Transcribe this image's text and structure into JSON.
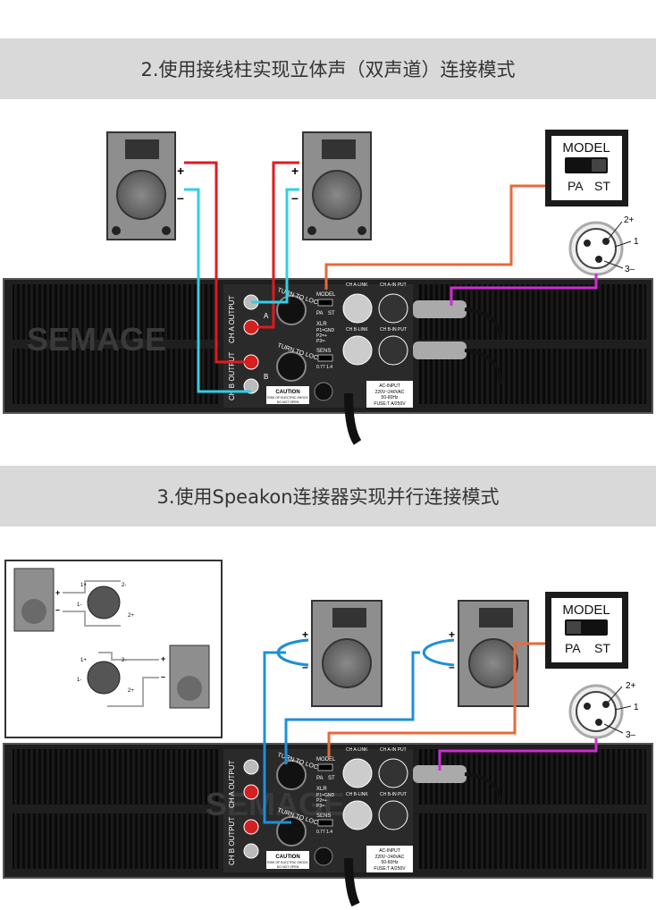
{
  "sections": [
    {
      "title": "2.使用接线柱实现立体声（双声道）连接模式"
    },
    {
      "title": "3.使用Speakon连接器实现并行连接模式"
    }
  ],
  "model_switch": {
    "title": "MODEL",
    "left": "PA",
    "right": "ST"
  },
  "xlr_pins": {
    "p2": "2+",
    "p1": "1",
    "p3": "3–"
  },
  "speaker_polarity": {
    "plus": "+",
    "minus": "–"
  },
  "amp": {
    "ch_a_output": "CH A OUTPUT",
    "ch_b_output": "CH B OUTPUT",
    "turn_to_lock": "TURN TO LOCK",
    "caution": "CAUTION",
    "caution_sub1": "RISK OF ELECTRIC SHOCK",
    "caution_sub2": "DO NOT OPEN",
    "model_label": "MODEL",
    "pa": "PA",
    "st": "ST",
    "xlr_label": "XLR",
    "p1": "P1=GND",
    "p2": "P2=+",
    "p3": "P3=-",
    "sens": "SENS",
    "sens_vals": "0.77 1.4",
    "ch_a_link": "CH A-LINK",
    "ch_a_input": "CH A-IN PUT",
    "ch_b_link": "CH B-LINK",
    "ch_b_input": "CH B-IN PUT",
    "ac_input": "AC-INPUT",
    "voltage": "220V~240VAC",
    "freq": "50-60Hz",
    "fuse": "FUSE:T A/250V",
    "port_a": "A",
    "port_b": "B",
    "watermark": "SEMAGE"
  },
  "inset_pins": {
    "p1p": "1+",
    "p2m": "2-",
    "p1m": "1-",
    "p2p": "2+"
  },
  "colors": {
    "banner": "#d9d9d9",
    "red_wire": "#e0191e",
    "cyan_wire": "#2fd0e6",
    "orange_wire": "#e8693a",
    "magenta_wire": "#d12bd6",
    "blue_wire": "#1f8fd8",
    "amp_body": "#222222"
  }
}
